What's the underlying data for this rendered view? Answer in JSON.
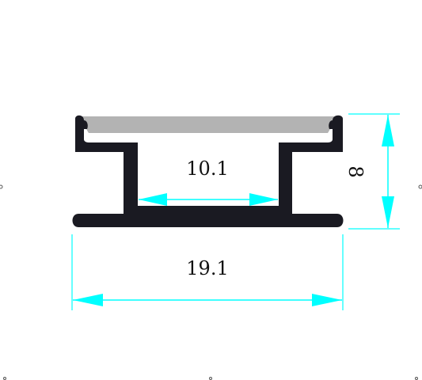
{
  "drawing": {
    "dimensions": {
      "inner_width": "10.1",
      "overall_width": "19.1",
      "height": "8"
    },
    "colors": {
      "profile": "#1a1a22",
      "diffuser": "#b3b3b3",
      "dimension_line": "#00ffff",
      "text": "#111111"
    }
  }
}
